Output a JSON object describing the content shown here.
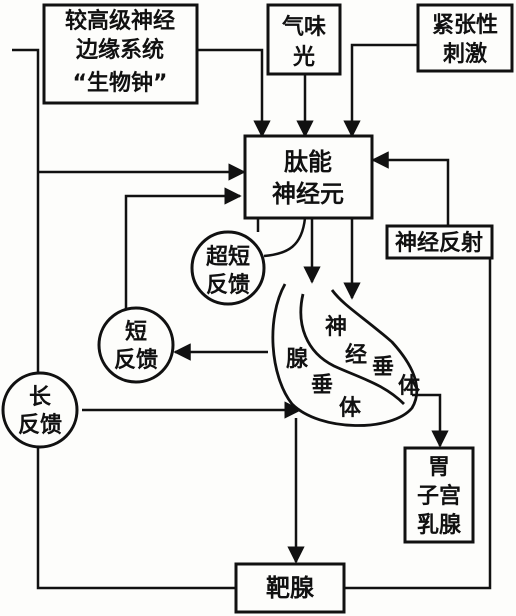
{
  "boxes": {
    "higher_centers": [
      "较高级神经",
      "边缘系统",
      "“生物钟”"
    ],
    "smell_light": [
      "气味",
      "光"
    ],
    "stress": [
      "紧张性",
      "刺激"
    ],
    "peptidergic_neuron": [
      "肽能",
      "神经元"
    ],
    "neural_reflex": "神经反射",
    "target_organs": [
      "胃",
      "子宫",
      "乳腺"
    ],
    "target_gland": "靶腺"
  },
  "feedback": {
    "ultra_short": [
      "超短",
      "反馈"
    ],
    "short": [
      "短",
      "反馈"
    ],
    "long": [
      "长",
      "反馈"
    ]
  },
  "pituitary": {
    "neurohypophysis": [
      "神",
      "经",
      "垂",
      "体"
    ],
    "adenohypophysis": [
      "腺",
      "垂",
      "体"
    ]
  },
  "colors": {
    "ink": "#111111",
    "paper": "#fdfdfb"
  }
}
